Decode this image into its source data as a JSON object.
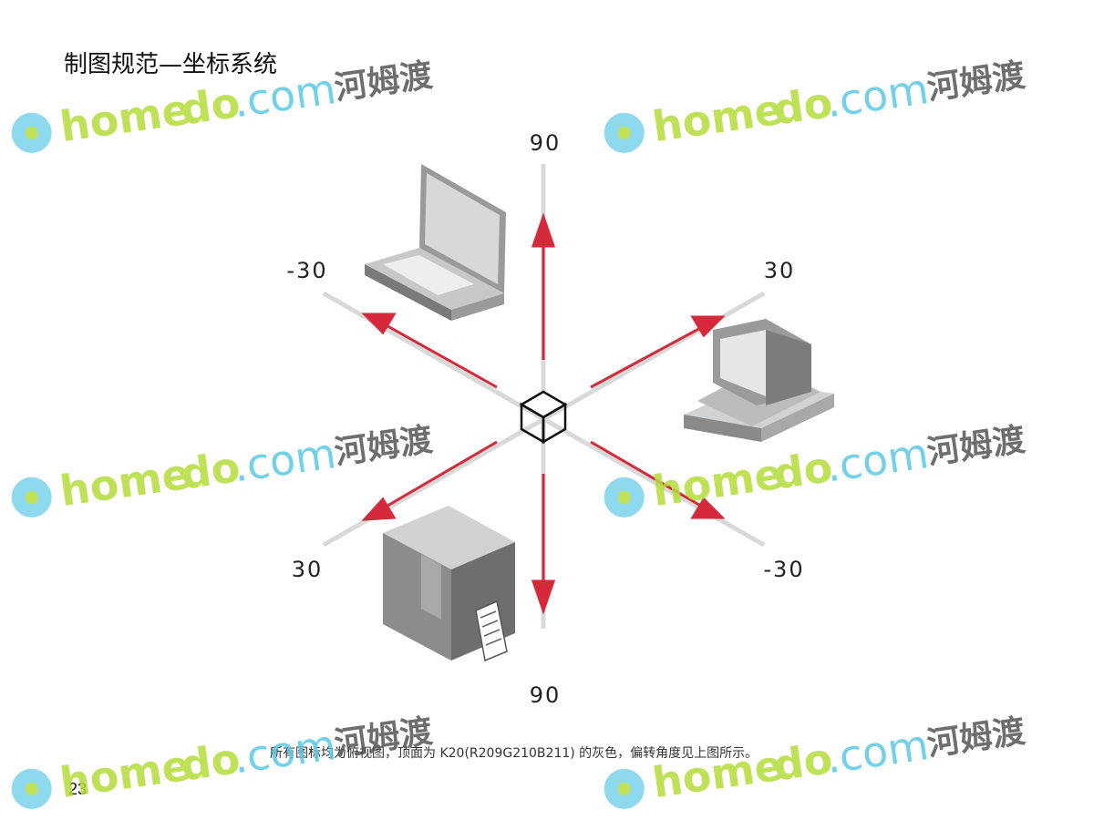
{
  "slide": {
    "title": "制图规范—坐标系统",
    "page_number": "23",
    "caption": "所有图标均为俯视图，顶面为 K20(R209G210B211) 的灰色，偏转角度见上图所示。"
  },
  "diagram": {
    "axis_labels": {
      "top": "90",
      "upper_left": "-30",
      "upper_right": "30",
      "lower_left": "30",
      "lower_right": "-30",
      "bottom": "90"
    },
    "devices": [
      "laptop-icon",
      "desktop-computer-icon",
      "server-icon"
    ],
    "center": "cube-icon"
  },
  "colors": {
    "arrow": "#d42a3c",
    "axis": "#d9d9d9",
    "top_face": "#d1d2d3",
    "watermark_green": "#b5dc3c",
    "watermark_blue": "#5bc8e6",
    "watermark_gray": "#555555"
  },
  "watermark": {
    "text_en": "homedo.com",
    "text_cn": "河姆渡"
  }
}
